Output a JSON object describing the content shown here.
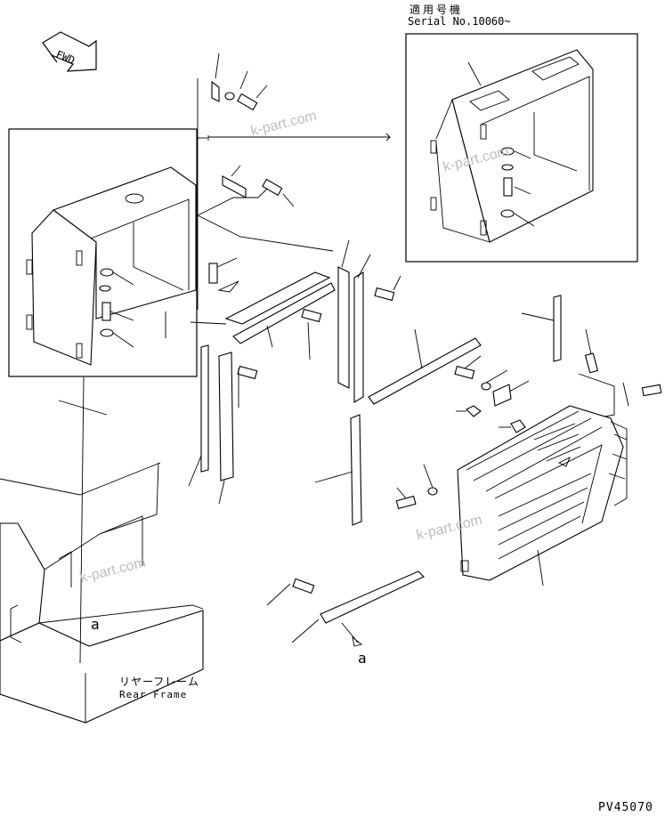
{
  "fwd_label": "FWD",
  "serial_header": {
    "japanese": "適用号機",
    "serial": "Serial No.10060~"
  },
  "rear_frame_label": {
    "japanese": "リヤーフレーム",
    "english": "Rear Frame"
  },
  "ref_marks": {
    "top": "a",
    "bottom": "a"
  },
  "watermark": "k-part.com",
  "drawing_code": "PV45070"
}
